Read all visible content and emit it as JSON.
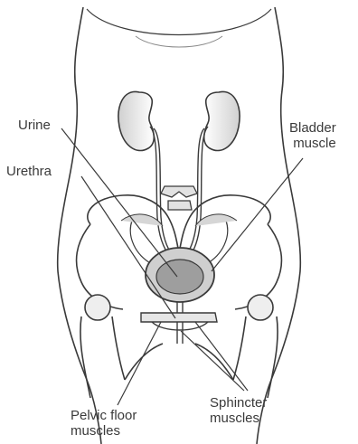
{
  "labels": {
    "urine": "Urine",
    "urethra": "Urethra",
    "bladder_muscle": [
      "Bladder",
      "muscle"
    ],
    "pelvic_floor_muscles": [
      "Pelvic floor",
      "muscles"
    ],
    "sphincter_muscles": [
      "Sphincter",
      "muscles"
    ]
  },
  "colors": {
    "ink": "#3a3a3a",
    "shade": "#bdbdbd",
    "background": "#ffffff"
  }
}
